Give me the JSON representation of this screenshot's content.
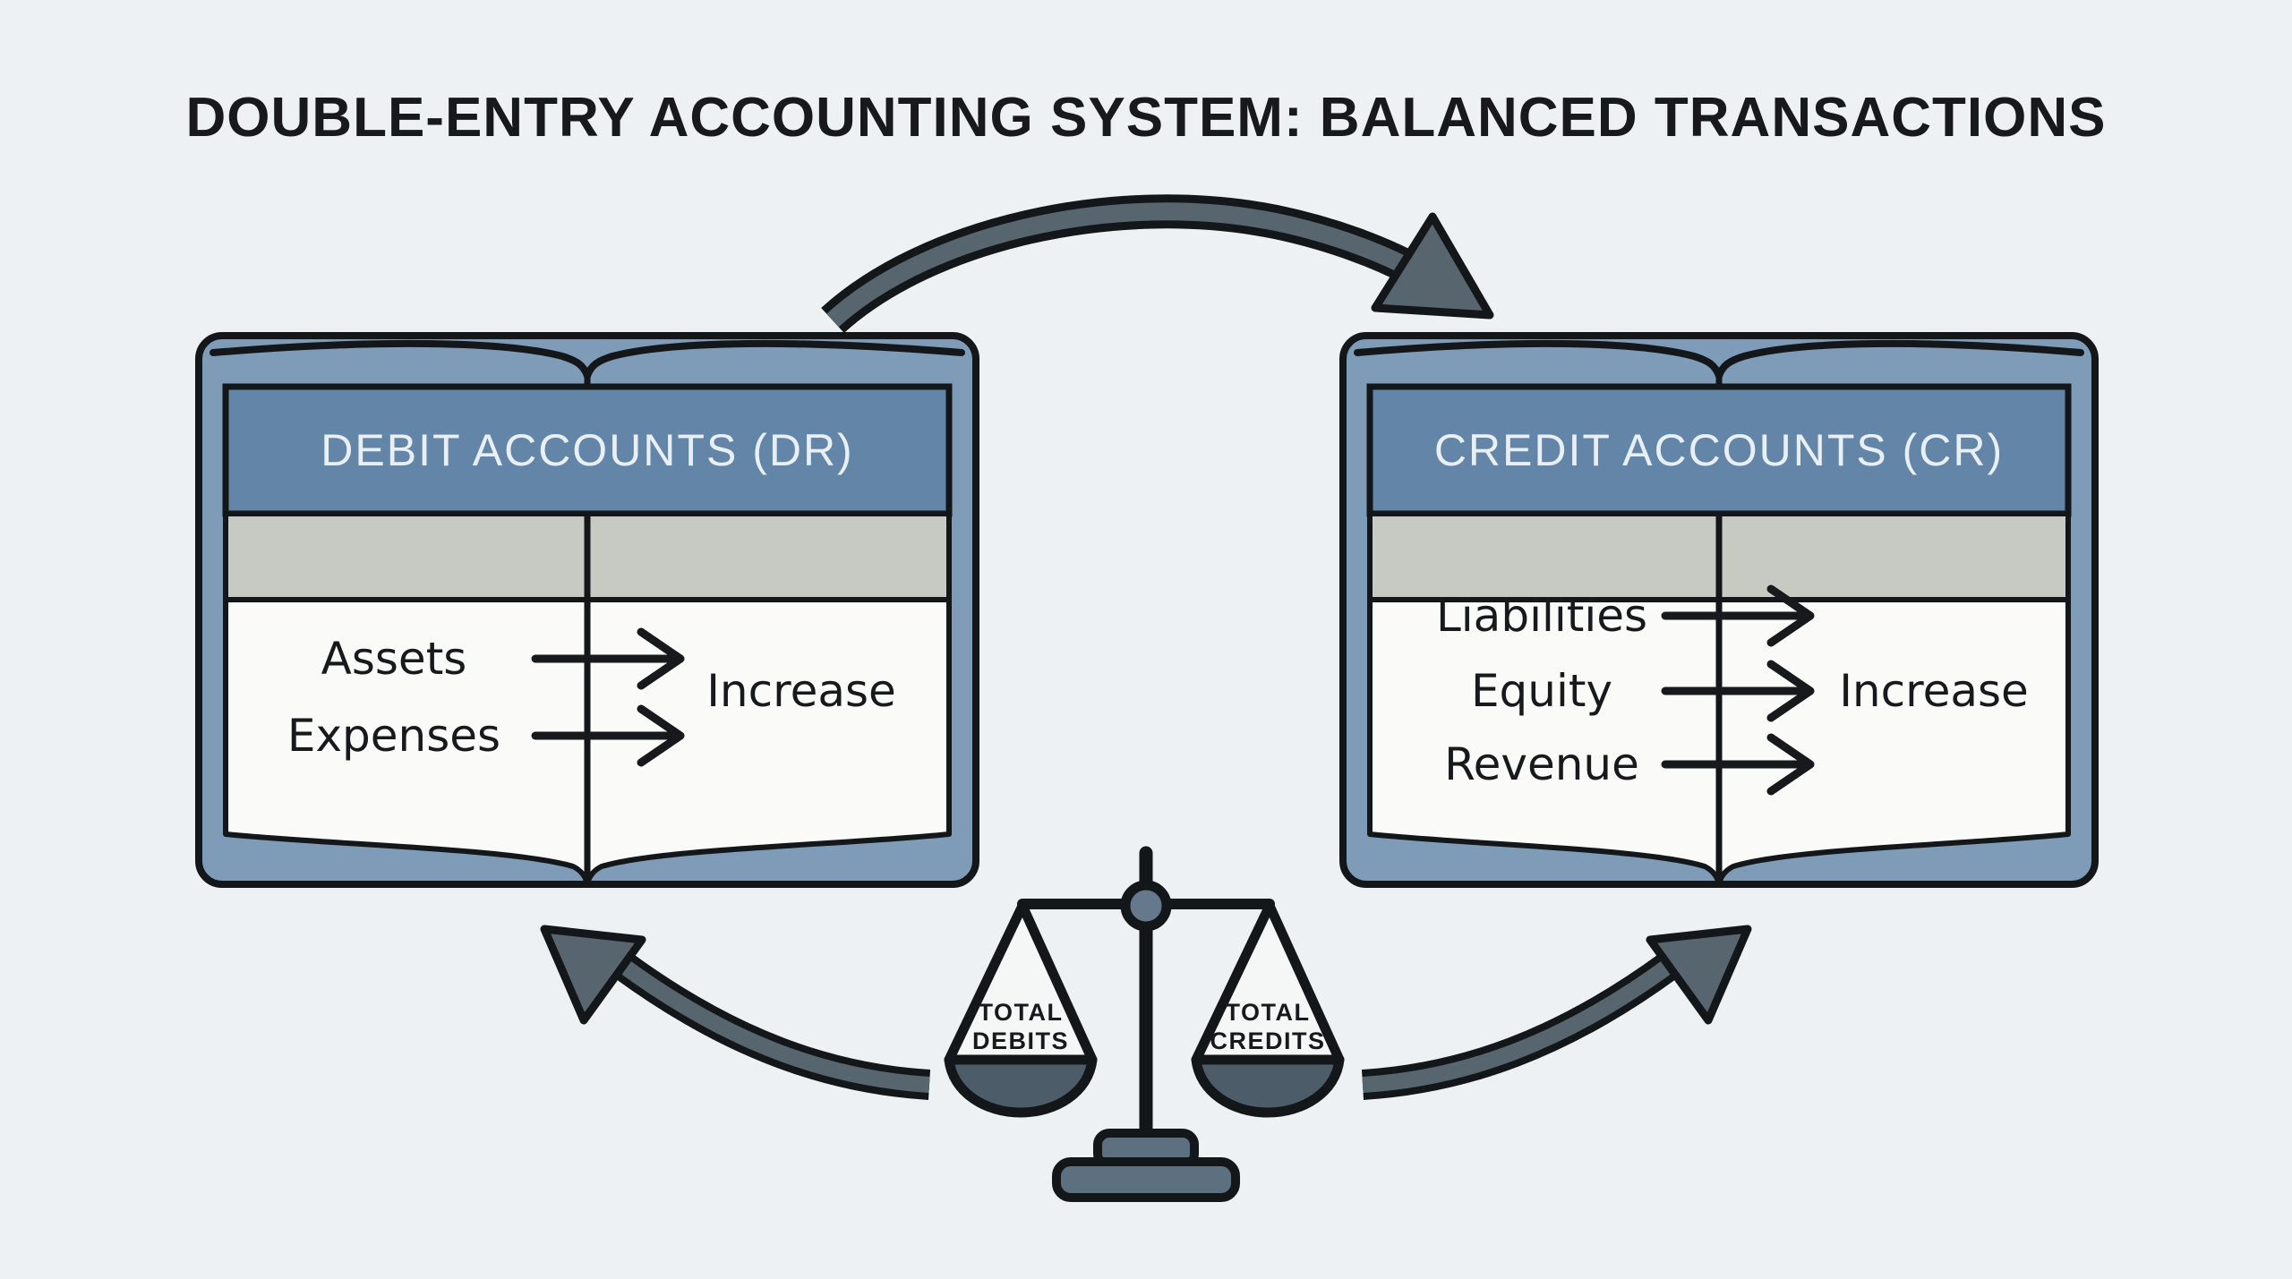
{
  "title": "DOUBLE-ENTRY ACCOUNTING SYSTEM: BALANCED TRANSACTIONS",
  "books": [
    {
      "header": "DEBIT ACCOUNTS (DR)",
      "rows": [
        {
          "label": "Assets"
        },
        {
          "label": "Expenses"
        }
      ],
      "effect": "Increase"
    },
    {
      "header": "CREDIT ACCOUNTS (CR)",
      "rows": [
        {
          "label": "Liabilities"
        },
        {
          "label": "Equity"
        },
        {
          "label": "Revenue"
        }
      ],
      "effect": "Increase"
    }
  ],
  "scale": {
    "left_pan": {
      "line1": "TOTAL",
      "line2": "DEBITS"
    },
    "right_pan": {
      "line1": "TOTAL",
      "line2": "CREDITS"
    }
  },
  "colors": {
    "background": "#EDF1F4",
    "text": "#17191D",
    "outline": "#14171A",
    "book_cover": "#7E9BB7",
    "band_header": "#6285A8",
    "band_gray": "#C7C9C3",
    "page": "#FAFAF8",
    "header_text": "#E9EFF6",
    "arrow_fill": "#57656F",
    "funnel": "#F5F7F7",
    "bowl_fill": "#4C5C69",
    "pivot_fill": "#66798C",
    "base_fill": "#5D7080"
  }
}
